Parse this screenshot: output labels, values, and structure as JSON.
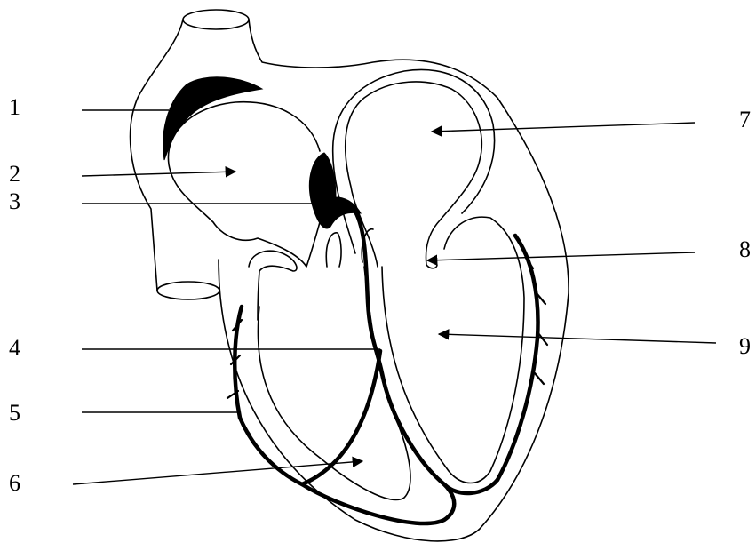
{
  "diagram": {
    "labels": [
      "1",
      "2",
      "3",
      "4",
      "5",
      "6",
      "7",
      "8",
      "9"
    ],
    "colors": {
      "line": "#000000",
      "background": "#ffffff"
    }
  }
}
